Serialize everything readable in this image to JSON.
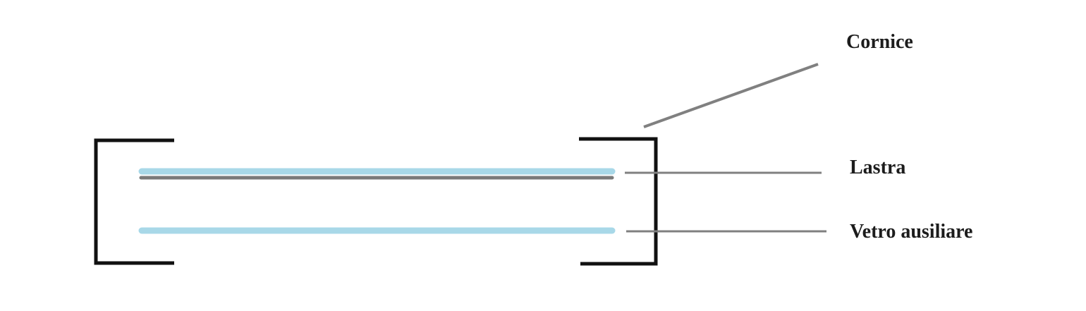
{
  "labels": {
    "frame": "Cornice",
    "plate": "Lastra",
    "auxiliary_glass": "Vetro ausiliare"
  },
  "colors": {
    "background": "#ffffff",
    "frame": "#111111",
    "glass": "#a8d8e8",
    "plate_backing": "#7a7a7a",
    "leader_line": "#808080",
    "label_text": "#1c1c1c"
  }
}
